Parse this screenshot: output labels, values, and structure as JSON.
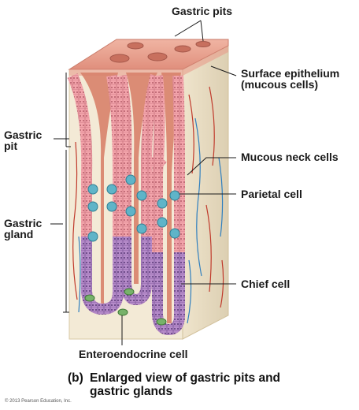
{
  "labels": {
    "gastric_pits": "Gastric pits",
    "surface_epithelium_1": "Surface epithelium",
    "surface_epithelium_2": "(mucous cells)",
    "gastric_pit_1": "Gastric",
    "gastric_pit_2": "pit",
    "mucous_neck_cells": "Mucous neck cells",
    "parietal_cell": "Parietal cell",
    "gastric_gland_1": "Gastric",
    "gastric_gland_2": "gland",
    "chief_cell": "Chief cell",
    "enteroendocrine_cell": "Enteroendocrine cell"
  },
  "caption": {
    "part": "(b)",
    "line1": "Enlarged view of gastric pits and",
    "line2": "gastric glands"
  },
  "copyright": "© 2013 Pearson Education, Inc.",
  "colors": {
    "mucosa_top": "#e8a190",
    "lamina_propria": "#f3ead6",
    "side_face": "#eadfc6",
    "epithelium_pink": "#f2a3aa",
    "lumen": "#d8826a",
    "parietal": "#5fb4c8",
    "chief": "#b58bc9",
    "enteroendocrine": "#77b26a",
    "vessel_red": "#c0392b",
    "vessel_blue": "#2f7fbf"
  }
}
